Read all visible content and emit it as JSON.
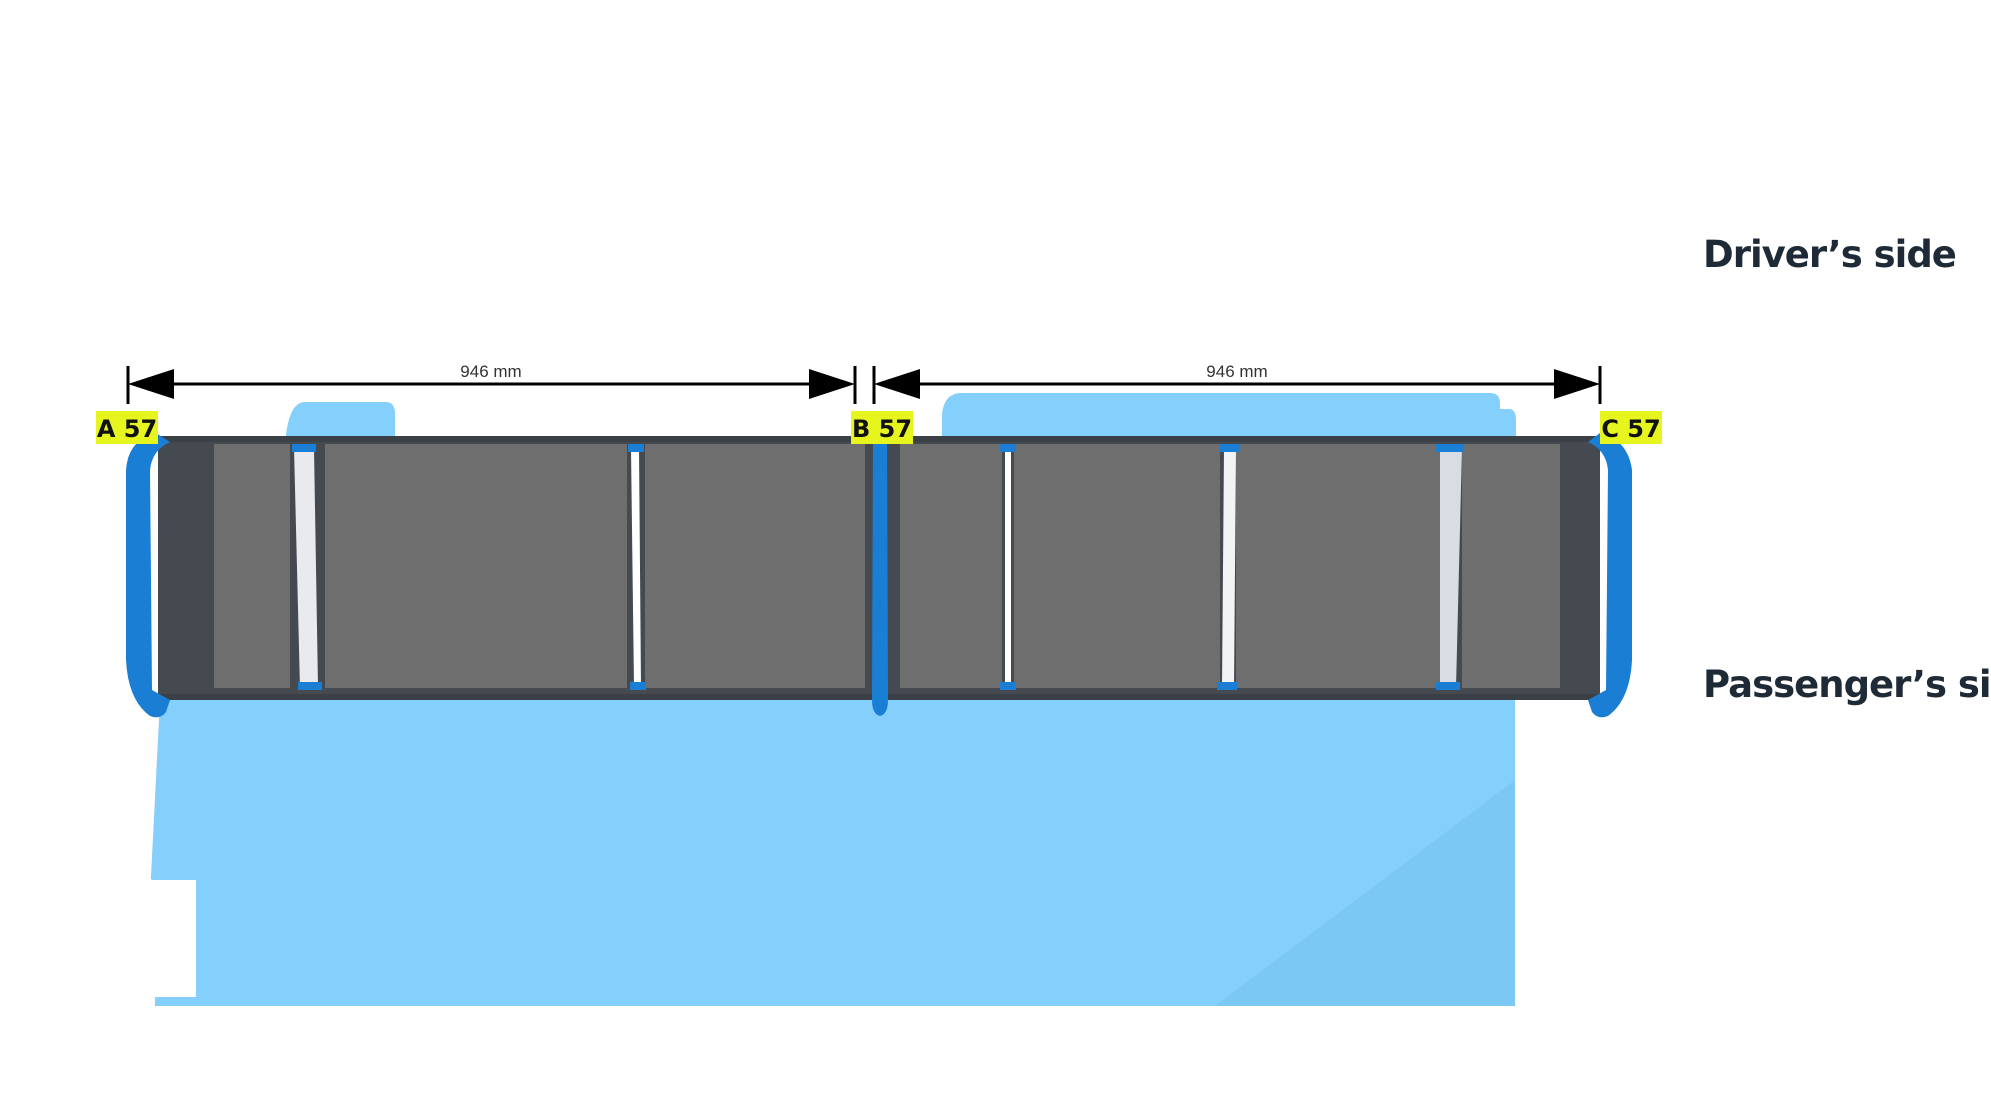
{
  "diagram": {
    "side_labels": {
      "driver": "Driver’s side",
      "passenger": "Passenger’s side"
    },
    "dimensions": [
      {
        "label": "946 mm"
      },
      {
        "label": "946 mm"
      }
    ],
    "mounts": [
      {
        "label": "A 57"
      },
      {
        "label": "B 57"
      },
      {
        "label": "C 57"
      }
    ],
    "colors": {
      "vehicle": "#84cffb",
      "rack_frame": "#454a50",
      "rack_panel": "#6e6e6e",
      "end_cap": "#1a7fd4",
      "tag": "#e6f51d",
      "label_text": "#1f2a37"
    }
  }
}
